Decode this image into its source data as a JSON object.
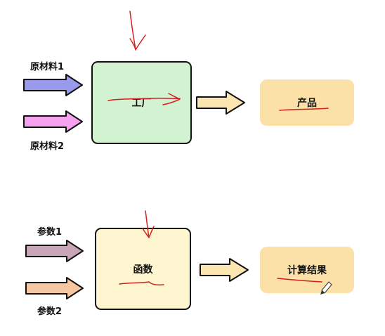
{
  "top": {
    "input1_label": "原材料1",
    "input2_label": "原材料2",
    "process_label": "工厂",
    "output_label": "产品"
  },
  "bottom": {
    "input1_label": "参数1",
    "input2_label": "参数2",
    "process_label": "函数",
    "output_label": "计算结果"
  },
  "colors": {
    "top_input1": "#9999ee",
    "top_input2": "#f5a3f0",
    "top_process": "#d2f2d2",
    "bottom_input1": "#c9a5b8",
    "bottom_input2": "#f6c7a0",
    "bottom_process": "#fdf6d0",
    "output_arrow": "#fbe5b0",
    "output_box": "#fbe0a8",
    "annotation": "#d42020"
  }
}
